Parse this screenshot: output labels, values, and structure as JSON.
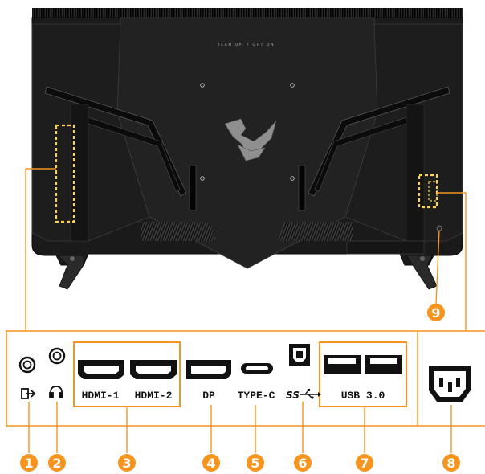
{
  "monitor": {
    "slogan": "TEAM UP. FIGHT ON.",
    "accent_color": "#f7941d",
    "dash_color": "#ffd24a"
  },
  "ports": {
    "audio_out_icon": "line-out-icon",
    "headphone_icon": "headphone-icon",
    "hdmi1_label": "HDMI-1",
    "hdmi2_label": "HDMI-2",
    "dp_label": "DP",
    "typec_label": "TYPE-C",
    "superspeed_label": "SS",
    "usb_label": "USB 3.0"
  },
  "callouts": [
    "1",
    "2",
    "3",
    "4",
    "5",
    "6",
    "7",
    "8",
    "9"
  ]
}
